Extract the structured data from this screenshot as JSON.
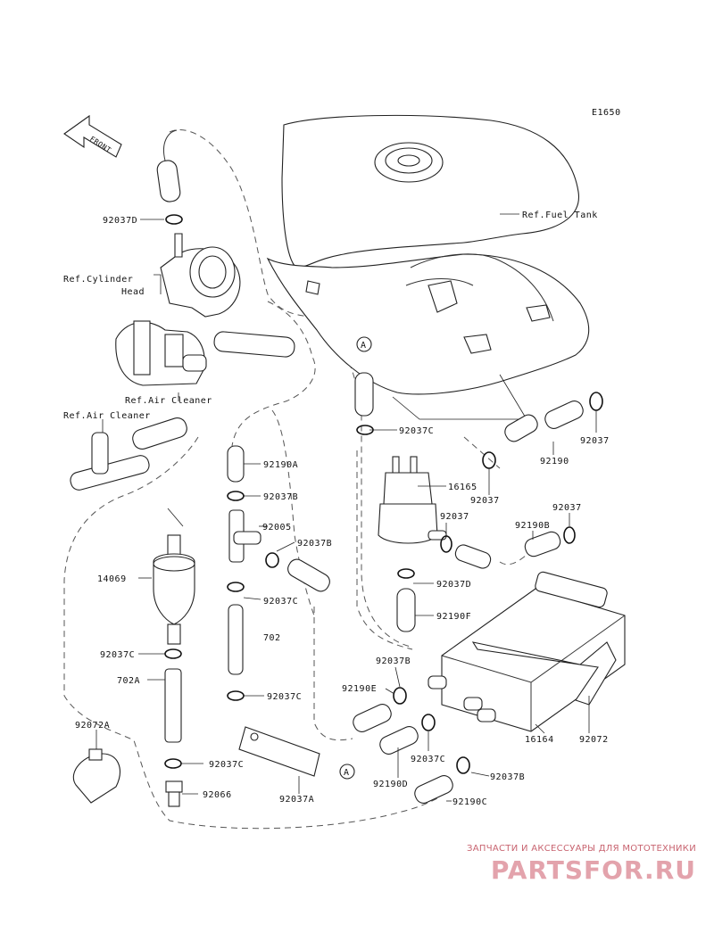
{
  "diagram_code": "E1650",
  "front_label": "FRONT",
  "callout_a": "A",
  "references": {
    "fuel_tank": "Ref.Fuel Tank",
    "cylinder_head_line1": "Ref.Cylinder",
    "cylinder_head_line2": "Head",
    "air_cleaner_1": "Ref.Air Cleaner",
    "air_cleaner_2": "Ref.Air Cleaner"
  },
  "part_numbers": {
    "p92037D_top": "92037D",
    "p92037C_a": "92037C",
    "p16165": "16165",
    "p92037_a": "92037",
    "p92037_b": "92037",
    "p92037_c": "92037",
    "p92037_d": "92037",
    "p92190": "92190",
    "p92190A": "92190A",
    "p92037B_a": "92037B",
    "p92005": "92005",
    "p92037B_b": "92037B",
    "p92190B": "92190B",
    "p14069": "14069",
    "p92037D_mid": "92037D",
    "p92037C_b": "92037C",
    "p92190F": "92190F",
    "p702": "702",
    "p92037C_c": "92037C",
    "p702A": "702A",
    "p92037B_c": "92037B",
    "p92190E": "92190E",
    "p92037C_d": "92037C",
    "p92072A": "92072A",
    "p16164": "16164",
    "p92072": "92072",
    "p92037C_e": "92037C",
    "p92037B_d": "92037B",
    "p92037C_f": "92037C",
    "p92066": "92066",
    "p92037A": "92037A",
    "p92190D": "92190D",
    "p92190C": "92190C"
  },
  "watermark": {
    "subtitle": "ЗАПЧАСТИ И АКСЕССУАРЫ ДЛЯ МОТОТЕХНИКИ",
    "brand": "PARTSFOR.RU"
  }
}
